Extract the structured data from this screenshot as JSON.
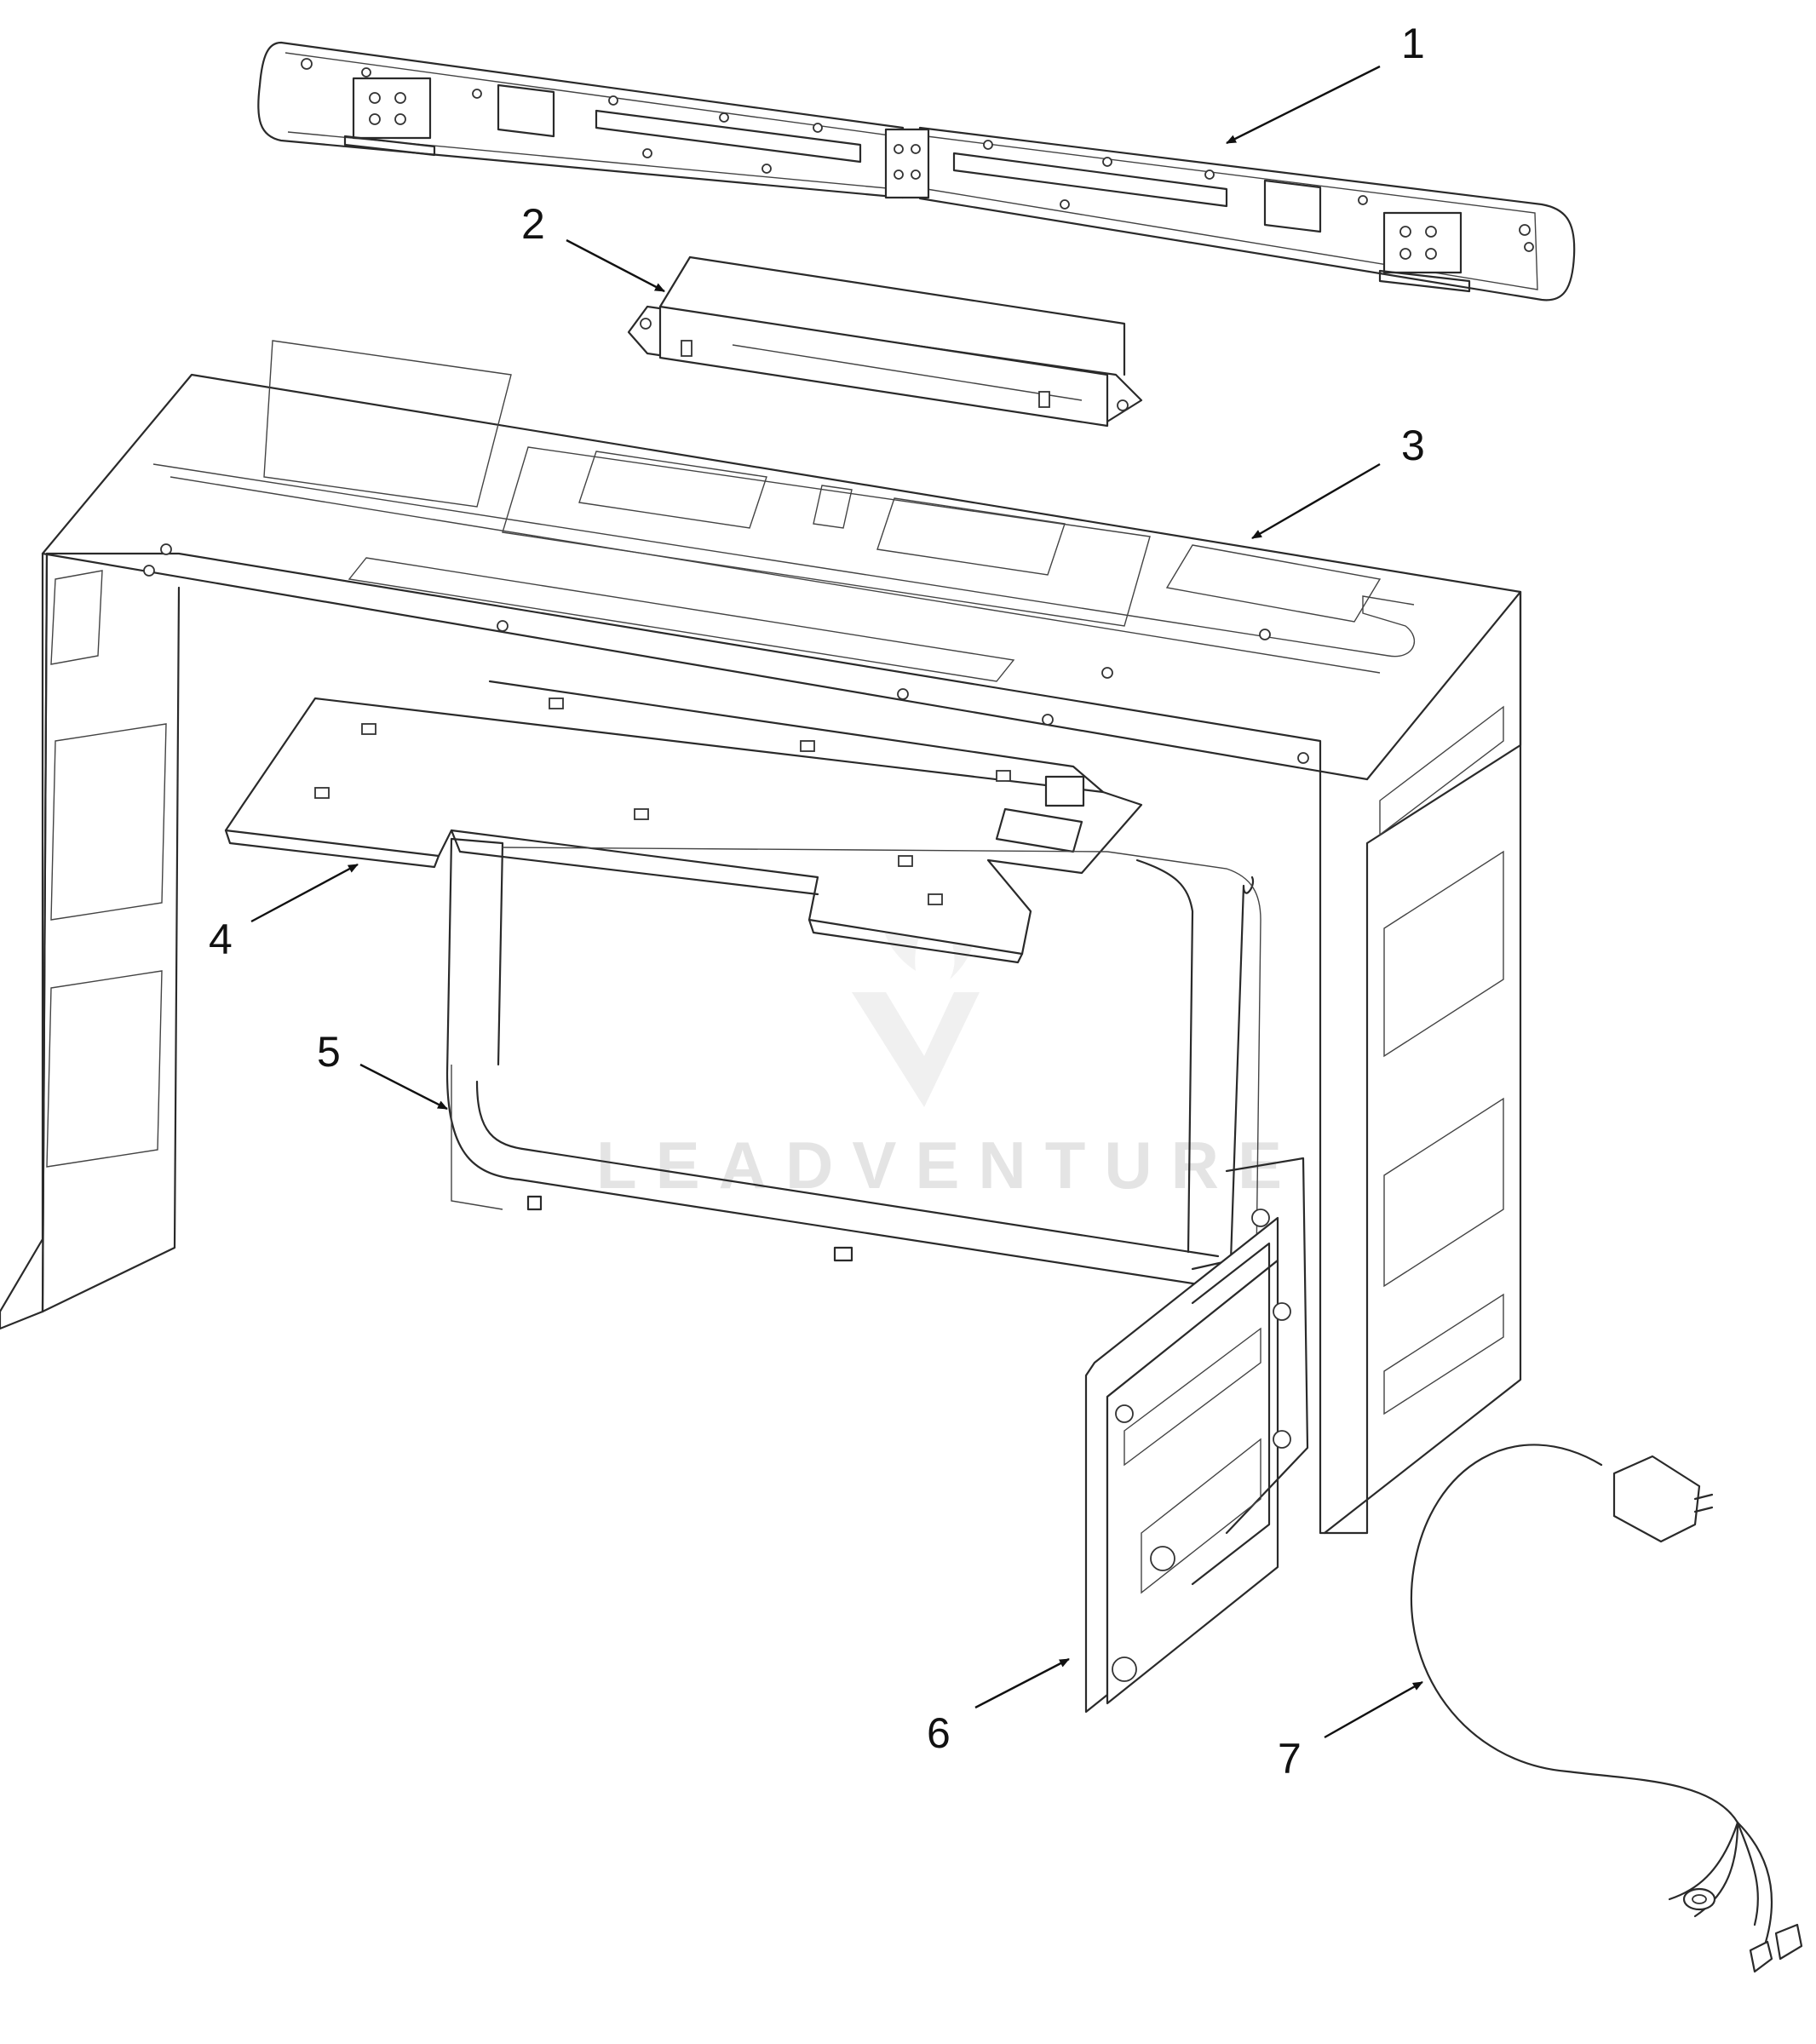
{
  "diagram": {
    "callouts": [
      "1",
      "2",
      "3",
      "4",
      "5",
      "6",
      "7"
    ],
    "watermark": {
      "text": "LEADVENTURE"
    }
  }
}
